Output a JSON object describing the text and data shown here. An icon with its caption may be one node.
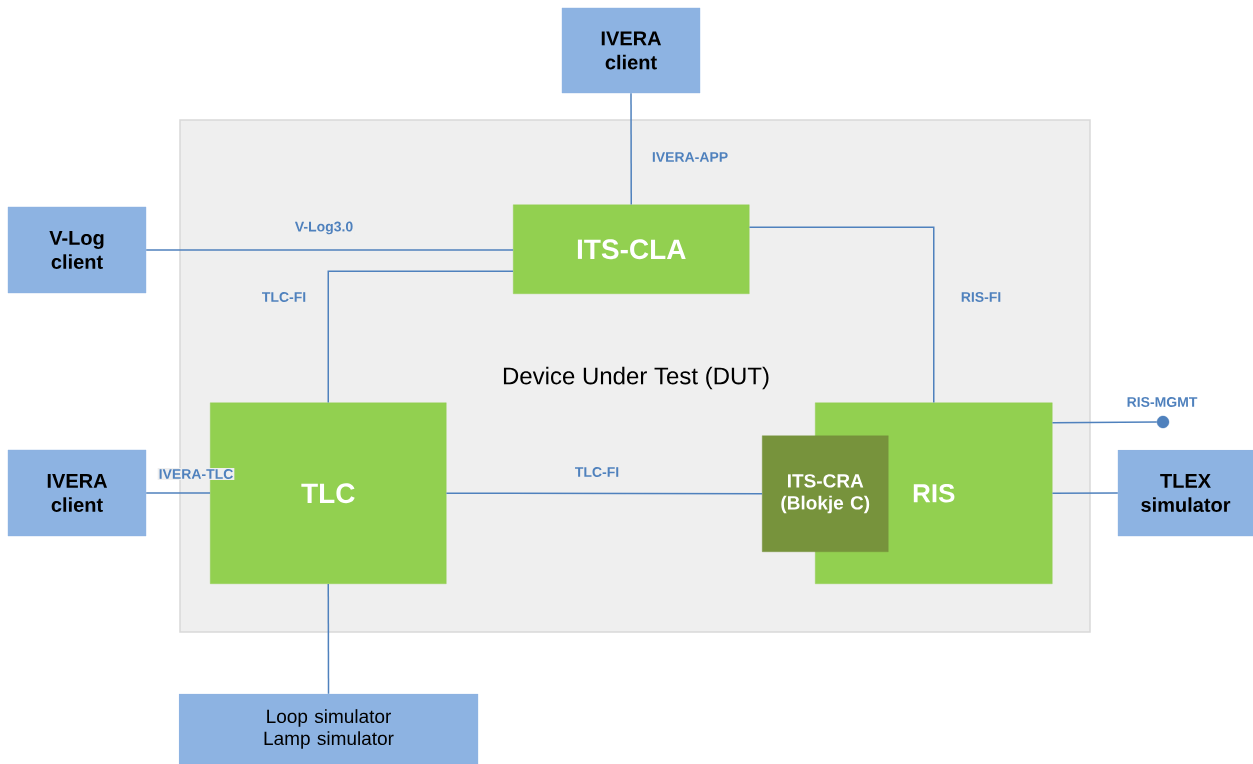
{
  "diagram": {
    "nodes": [
      {
        "text": [
          "Device Under Test (DUT)"
        ]
      },
      {
        "text": [
          "IVERA client"
        ]
      },
      {
        "text": [
          "V-Log client"
        ]
      },
      {
        "text": [
          "ITS-CLA"
        ],
        "in": 0
      },
      {
        "text": [
          "TLC"
        ],
        "in": 0
      },
      {
        "text": [
          "RIS"
        ],
        "in": 0
      },
      {
        "text": [
          "ITS-CRA (Blokje C)"
        ],
        "in": 0
      },
      {
        "text": [
          "IVERA client"
        ]
      },
      {
        "text": [
          "TLEX simulator"
        ]
      },
      {
        "text": [
          "Loop simulator",
          "Lamp simulator"
        ]
      },
      {
        "text": [],
        "shape": "circle"
      }
    ],
    "edges": [
      {
        "from": 1,
        "to": 3,
        "arrow": "none",
        "label": "IVERA-APP"
      },
      {
        "from": 2,
        "to": 3,
        "arrow": "none",
        "label": "V-Log3.0"
      },
      {
        "from": 3,
        "to": 4,
        "arrow": "none",
        "label": "TLC-FI"
      },
      {
        "from": 3,
        "to": 5,
        "arrow": "none",
        "label": "RIS-FI"
      },
      {
        "from": 7,
        "to": 4,
        "arrow": "none",
        "label": "IVERA-TLC"
      },
      {
        "from": 4,
        "to": 6,
        "arrow": "none",
        "label": "TLC-FI"
      },
      {
        "from": 5,
        "to": 10,
        "arrow": "none",
        "label": "RIS-MGMT"
      },
      {
        "from": 5,
        "to": 8,
        "arrow": "none"
      },
      {
        "from": 4,
        "to": 9,
        "arrow": "none"
      }
    ]
  }
}
